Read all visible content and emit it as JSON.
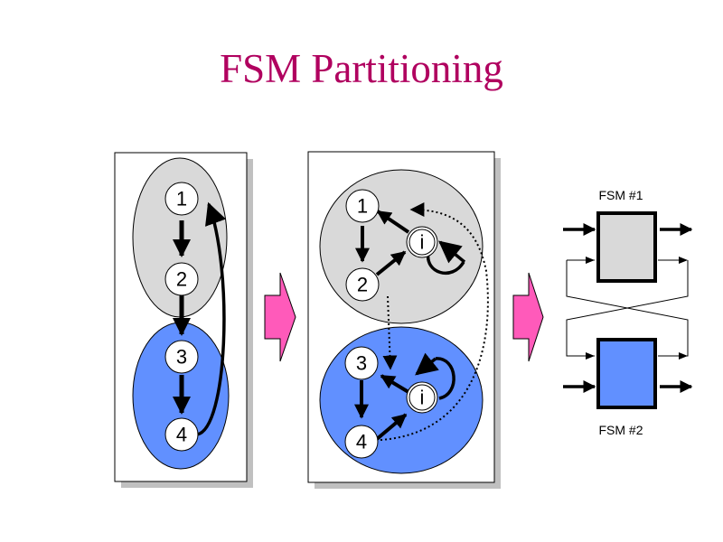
{
  "title": "FSM Partitioning",
  "colors": {
    "title": "#b0005f",
    "partition_a": "#d9d9d9",
    "partition_b": "#6190ff",
    "transform_arrow": "#ff5aba"
  },
  "panel_original": {
    "states": [
      "1",
      "2",
      "3",
      "4"
    ]
  },
  "panel_partitioned": {
    "partition_a": {
      "states": [
        "1",
        "2"
      ],
      "idle_state": "i"
    },
    "partition_b": {
      "states": [
        "3",
        "4"
      ],
      "idle_state": "i"
    }
  },
  "panel_implementation": {
    "fsm1_label": "FSM #1",
    "fsm2_label": "FSM #2"
  }
}
